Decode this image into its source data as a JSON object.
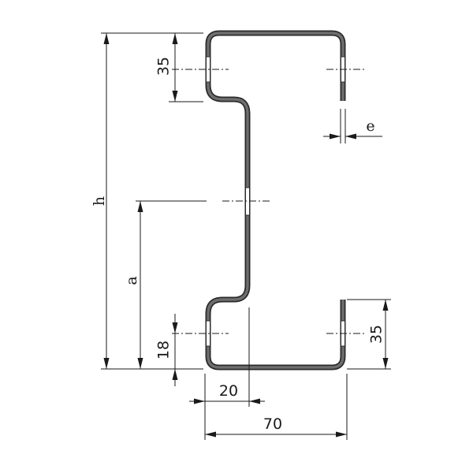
{
  "diagram": {
    "labels": {
      "height": "h",
      "hole_height": "a",
      "thickness": "e",
      "top_lip": "35",
      "bottom_lip": "35",
      "hole_offset": "18",
      "flange_step": "20",
      "flange_width": "70"
    },
    "colors": {
      "profile": "#2b2b2b",
      "profile_shade": "#6e6e6e",
      "dimension": "#1a1a1a",
      "background": "#ffffff"
    }
  }
}
